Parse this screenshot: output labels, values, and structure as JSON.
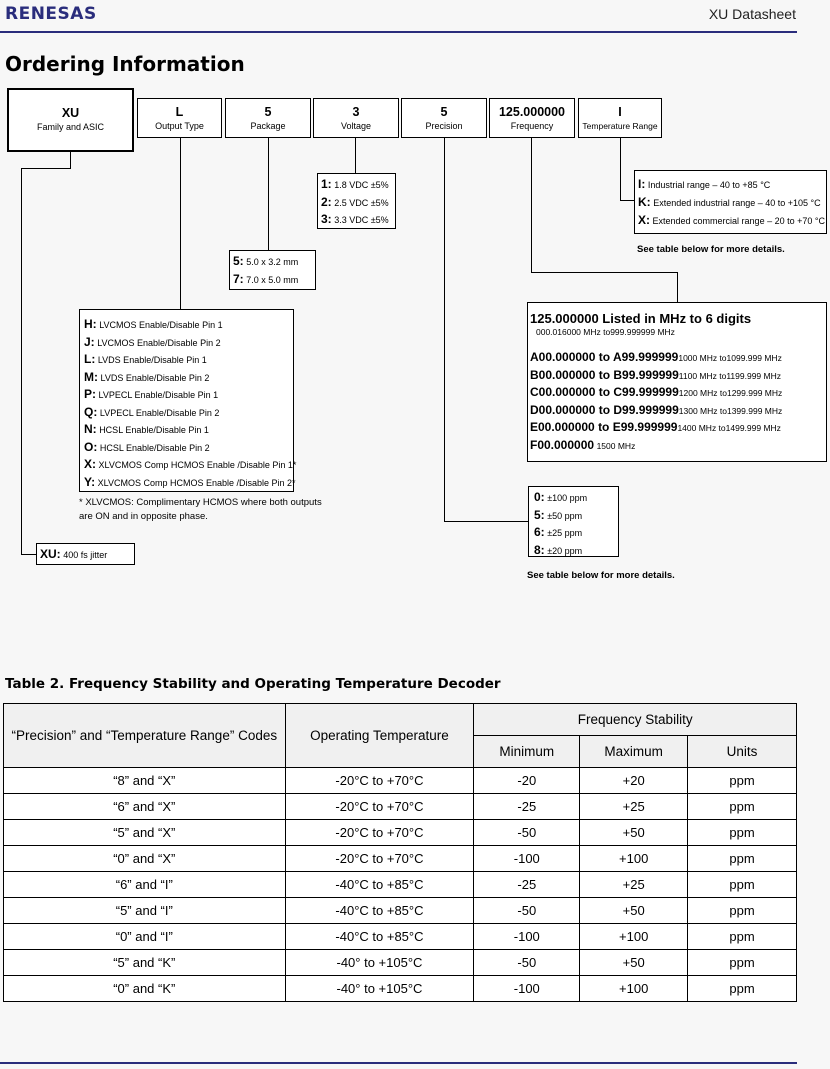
{
  "header": {
    "logo": "RENESAS",
    "doc_title": "XU Datasheet"
  },
  "section_title": "Ordering Information",
  "code_boxes": [
    {
      "code": "XU",
      "label": "Family and ASIC"
    },
    {
      "code": "L",
      "label": "Output Type"
    },
    {
      "code": "5",
      "label": "Package"
    },
    {
      "code": "3",
      "label": "Voltage"
    },
    {
      "code": "5",
      "label": "Precision"
    },
    {
      "code": "125.000000",
      "label": "Frequency"
    },
    {
      "code": "I",
      "label": "Temperature Range"
    }
  ],
  "temperature_options": [
    {
      "code": "I:",
      "text": "Industrial range – 40 to +85 °C"
    },
    {
      "code": "K:",
      "text": "Extended industrial range – 40 to +105 °C"
    },
    {
      "code": "X:",
      "text": "Extended commercial range – 20 to +70 °C"
    }
  ],
  "temperature_note": "See table below for more details.",
  "voltage_options": [
    {
      "code": "1:",
      "text": "1.8 VDC ±5%"
    },
    {
      "code": "2:",
      "text": "2.5 VDC ±5%"
    },
    {
      "code": "3:",
      "text": "3.3 VDC ±5%"
    }
  ],
  "package_options": [
    {
      "code": "5:",
      "text": "5.0 x 3.2 mm"
    },
    {
      "code": "7:",
      "text": "7.0 x 5.0 mm"
    }
  ],
  "output_options": [
    {
      "code": "H:",
      "text": "LVCMOS Enable/Disable Pin 1"
    },
    {
      "code": "J:",
      "text": "LVCMOS Enable/Disable Pin 2"
    },
    {
      "code": "L:",
      "text": "LVDS Enable/Disable Pin 1"
    },
    {
      "code": "M:",
      "text": "LVDS Enable/Disable Pin 2"
    },
    {
      "code": "P:",
      "text": "LVPECL Enable/Disable Pin 1"
    },
    {
      "code": "Q:",
      "text": "LVPECL Enable/Disable Pin 2"
    },
    {
      "code": "N:",
      "text": "HCSL Enable/Disable Pin 1"
    },
    {
      "code": "O:",
      "text": "HCSL Enable/Disable Pin 2"
    },
    {
      "code": "X:",
      "text": "XLVCMOS Comp HCMOS Enable /Disable Pin 1*"
    },
    {
      "code": "Y:",
      "text": "XLVCMOS Comp HCMOS Enable /Disable Pin 2*"
    }
  ],
  "output_footnote_1": "* XLVCMOS: Complimentary HCMOS where both outputs",
  "output_footnote_2": "are ON and in opposite phase.",
  "family_option": {
    "code": "XU:",
    "text": "400 fs jitter"
  },
  "frequency": {
    "headline": "125.000000 Listed in MHz to 6 digits",
    "range": "000.016000 MHz to999.999999 MHz",
    "rows": [
      {
        "code": "A00.000000 to A99.999999",
        "text": "1000 MHz to1099.999 MHz"
      },
      {
        "code": "B00.000000 to B99.999999",
        "text": "1100 MHz to1199.999 MHz"
      },
      {
        "code": "C00.000000 to C99.999999",
        "text": "1200 MHz to1299.999 MHz"
      },
      {
        "code": "D00.000000 to D99.999999",
        "text": "1300 MHz to1399.999 MHz"
      },
      {
        "code": "E00.000000 to E99.999999",
        "text": "1400 MHz to1499.999 MHz"
      },
      {
        "code": "F00.000000",
        "text": "1500 MHz"
      }
    ]
  },
  "precision_options": [
    {
      "code": "0:",
      "text": "±100 ppm"
    },
    {
      "code": "5:",
      "text": "±50 ppm"
    },
    {
      "code": "6:",
      "text": "±25 ppm"
    },
    {
      "code": "8:",
      "text": "±20 ppm"
    }
  ],
  "precision_note": "See table below for more details.",
  "table": {
    "title": "Table 2.  Frequency Stability and Operating Temperature Decoder",
    "col_codes": "“Precision” and “Temperature Range” Codes",
    "col_temp": "Operating Temperature",
    "col_group": "Frequency Stability",
    "col_min": "Minimum",
    "col_max": "Maximum",
    "col_units": "Units",
    "rows": [
      {
        "codes": "“8” and “X”",
        "temp": "-20°C to +70°C",
        "min": "-20",
        "max": "+20",
        "units": "ppm"
      },
      {
        "codes": "“6” and “X”",
        "temp": "-20°C to +70°C",
        "min": "-25",
        "max": "+25",
        "units": "ppm"
      },
      {
        "codes": "“5” and “X”",
        "temp": "-20°C to +70°C",
        "min": "-50",
        "max": "+50",
        "units": "ppm"
      },
      {
        "codes": "“0” and “X”",
        "temp": "-20°C to +70°C",
        "min": "-100",
        "max": "+100",
        "units": "ppm"
      },
      {
        "codes": "“6” and “I”",
        "temp": "-40°C to +85°C",
        "min": "-25",
        "max": "+25",
        "units": "ppm"
      },
      {
        "codes": "“5” and “I”",
        "temp": "-40°C to +85°C",
        "min": "-50",
        "max": "+50",
        "units": "ppm"
      },
      {
        "codes": "“0” and “I”",
        "temp": "-40°C to +85°C",
        "min": "-100",
        "max": "+100",
        "units": "ppm"
      },
      {
        "codes": "“5” and “K”",
        "temp": "-40° to +105°C",
        "min": "-50",
        "max": "+50",
        "units": "ppm"
      },
      {
        "codes": "“0” and “K”",
        "temp": "-40° to +105°C",
        "min": "-100",
        "max": "+100",
        "units": "ppm"
      }
    ]
  }
}
